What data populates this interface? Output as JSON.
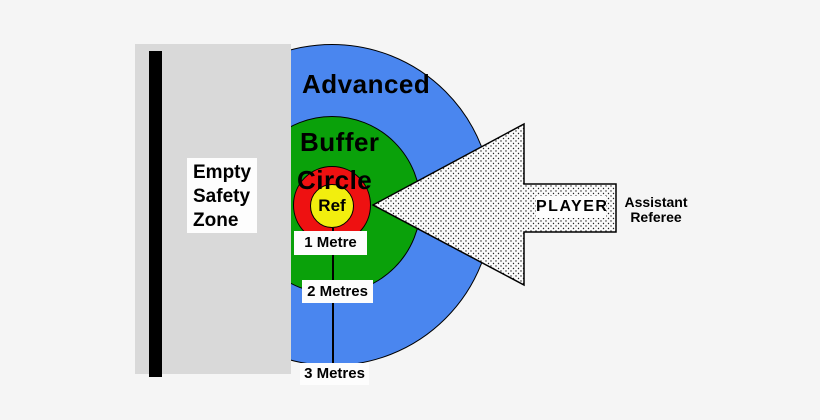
{
  "diagram": {
    "title_implicit": "Referee buffer circle zones",
    "safety_zone": {
      "line1": "Empty",
      "line2": "Safety",
      "line3": "Zone"
    },
    "zones": {
      "advanced": {
        "label": "Advanced",
        "radius_label": "3 Metres"
      },
      "buffer": {
        "label_line1": "Buffer",
        "label_line2": "Circle",
        "radius_label": "2 Metres"
      },
      "ref": {
        "label": "Ref",
        "radius_label": "1 Metre"
      }
    },
    "player": {
      "label": "PLAYER"
    },
    "assistant_referee": {
      "line1": "Assistant",
      "line2": "Referee"
    }
  },
  "colors": {
    "background": "#f5f5f5",
    "safety_zone": "#d9d9d9",
    "wall": "#000000",
    "advanced_zone": "#4a86ef",
    "buffer_zone": "#0aa10a",
    "ref_zone": "#ee1111",
    "ref_center": "#f2ee0e",
    "label_box": "#fdfdfd",
    "text": "#000000"
  }
}
